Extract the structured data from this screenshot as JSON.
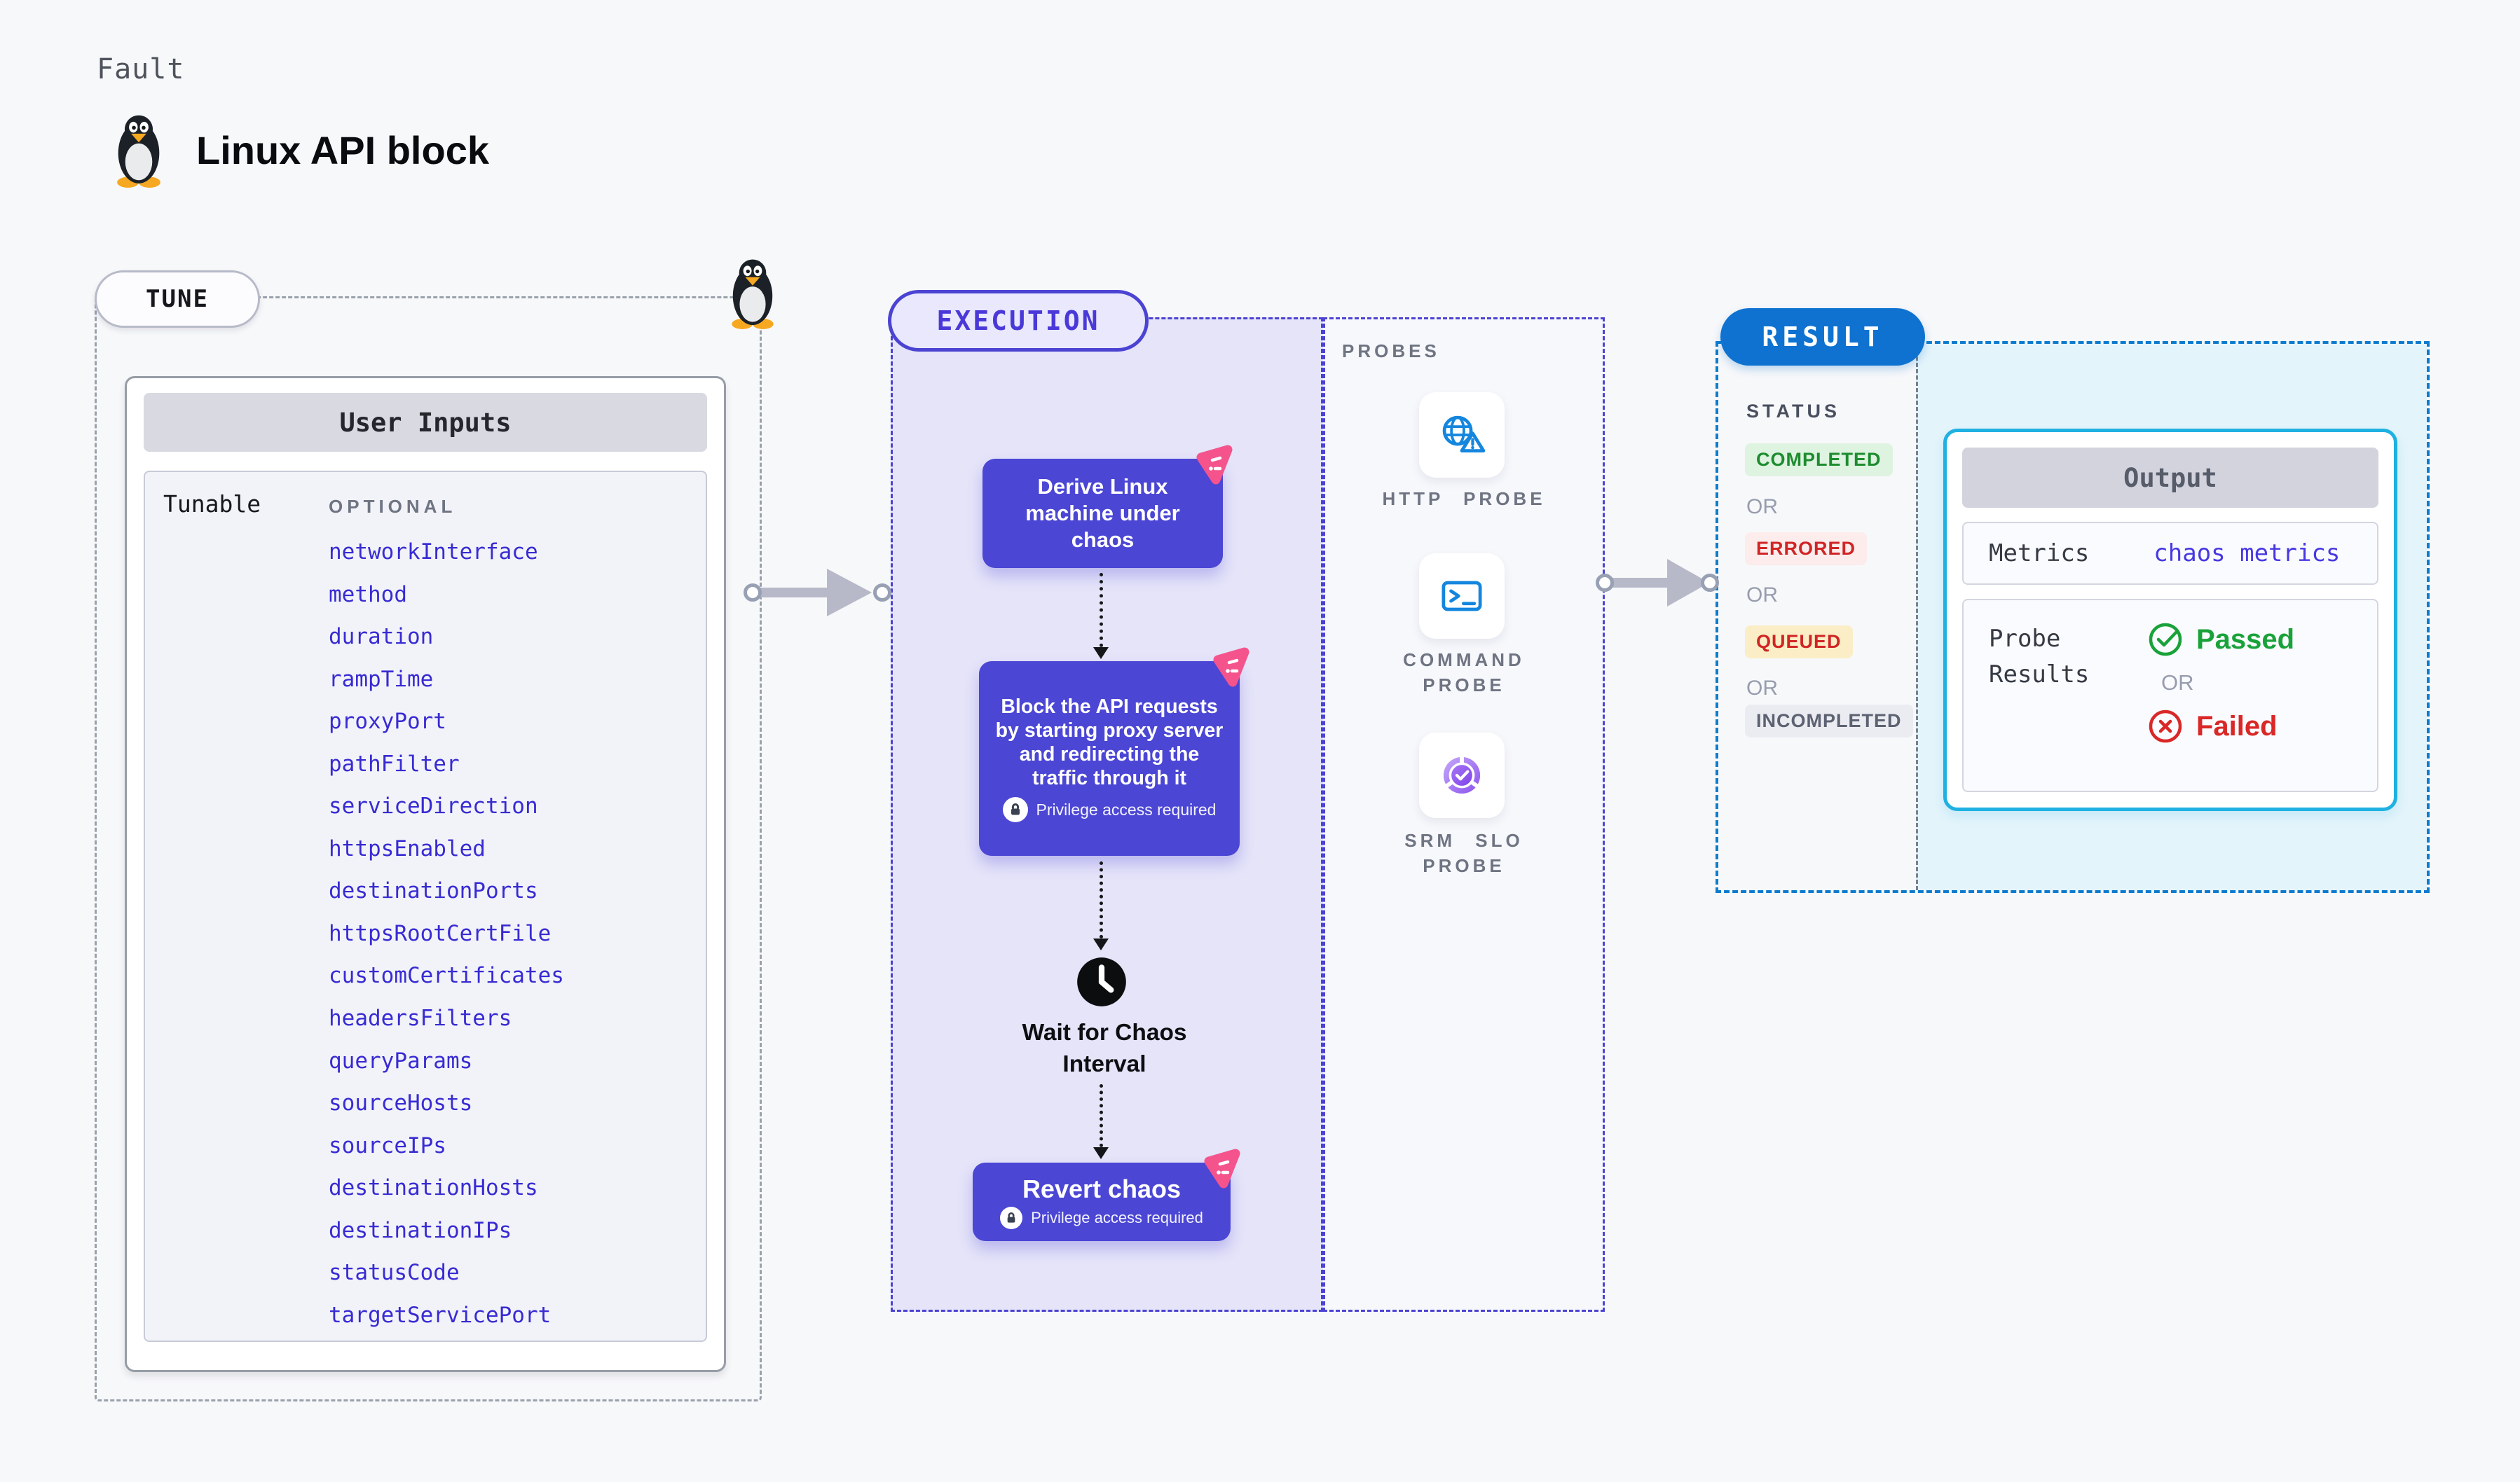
{
  "header": {
    "eyebrow": "Fault",
    "title": "Linux API block"
  },
  "tune": {
    "label": "TUNE",
    "card_title": "User Inputs",
    "row_label": "Tunable",
    "row_tag": "OPTIONAL",
    "params": [
      "networkInterface",
      "method",
      "duration",
      "rampTime",
      "proxyPort",
      "pathFilter",
      "serviceDirection",
      "httpsEnabled",
      "destinationPorts",
      "httpsRootCertFile",
      "customCertificates",
      "headersFilters",
      "queryParams",
      "sourceHosts",
      "sourceIPs",
      "destinationHosts",
      "destinationIPs",
      "statusCode",
      "targetServicePort"
    ]
  },
  "execution": {
    "label": "EXECUTION",
    "derive_text": "Derive Linux machine under chaos",
    "block_text": "Block the API requests by starting proxy server and redirecting the traffic through it",
    "privilege_text": "Privilege access required",
    "wait_text": "Wait for Chaos Interval",
    "revert_text": "Revert chaos"
  },
  "probes": {
    "label": "PROBES",
    "items": [
      {
        "name": "HTTP PROBE",
        "icon": "globe-warning-icon"
      },
      {
        "name": "COMMAND PROBE",
        "icon": "terminal-icon"
      },
      {
        "name": "SRM SLO PROBE",
        "icon": "slo-gauge-icon"
      }
    ]
  },
  "result": {
    "label": "RESULT",
    "status_label": "STATUS",
    "or": "OR",
    "statuses": [
      {
        "text": "COMPLETED",
        "kind": "green"
      },
      {
        "text": "ERRORED",
        "kind": "red"
      },
      {
        "text": "QUEUED",
        "kind": "yellow"
      },
      {
        "text": "INCOMPLETED",
        "kind": "grey"
      }
    ],
    "output": {
      "title": "Output",
      "metrics_label": "Metrics",
      "metrics_value": "chaos metrics",
      "probe_label": "Probe Results",
      "passed": "Passed",
      "failed": "Failed"
    }
  },
  "colors": {
    "accent_indigo": "#4b43d2",
    "box_indigo": "#4b46d4",
    "param_blue": "#382bd3",
    "result_blue": "#0f72d0",
    "cyan_border": "#1fb1e2",
    "pink": "#f4538c",
    "pass_green": "#1aa23a",
    "fail_red": "#da2727"
  }
}
